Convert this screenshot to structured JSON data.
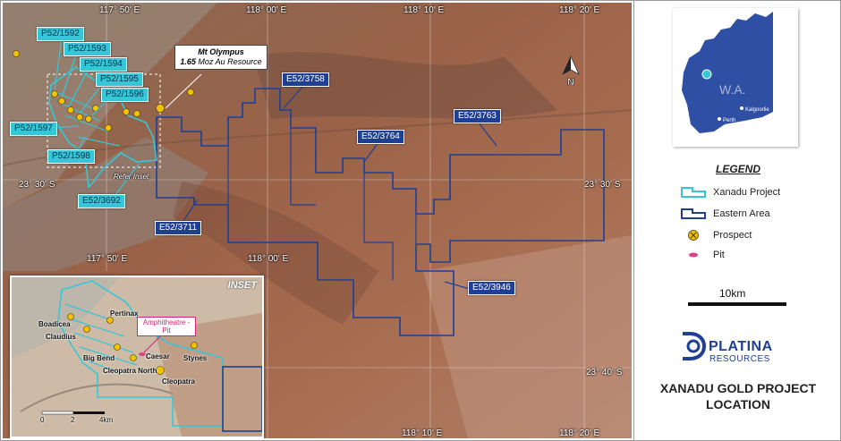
{
  "map": {
    "coords": [
      "117° 50' E",
      "118° 00' E",
      "118° 10' E",
      "118° 20' E",
      "23° 30' S",
      "23° 30' S",
      "117° 50' E",
      "118° 00' E",
      "23° 40' S",
      "118° 10' E",
      "118° 20' E"
    ],
    "refer_inset": "Refer Inset",
    "callout": {
      "name": "Mt Olympus",
      "amount": "1.65",
      "text": "Moz Au Resource"
    },
    "xanadu_tenements": [
      "P52/1592",
      "P52/1593",
      "P52/1594",
      "P52/1595",
      "P52/1596",
      "P52/1597",
      "P52/1598",
      "E52/3692"
    ],
    "eastern_tenements": [
      "E52/3758",
      "E52/3764",
      "E52/3763",
      "E52/3711",
      "E52/3946"
    ],
    "north_letter": "N"
  },
  "inset": {
    "title": "INSET",
    "prospects": [
      "Boadicea",
      "Claudius",
      "Pertinax",
      "Big Bend",
      "Caesar",
      "Stynes",
      "Cleopatra North",
      "Cleopatra"
    ],
    "pit_label": "Amphitheatre - Pit",
    "scale": [
      "0",
      "2",
      "4km"
    ]
  },
  "locator": {
    "state": "W.A.",
    "towns": [
      "Kalgoorlie",
      "Perth"
    ]
  },
  "legend": {
    "title": "LEGEND",
    "items": [
      {
        "label": "Xanadu Project",
        "color": "#36c6d8"
      },
      {
        "label": "Eastern Area",
        "color": "#1f3f94"
      },
      {
        "label": "Prospect",
        "color": "#f2c200"
      },
      {
        "label": "Pit",
        "color": "#e0408a"
      }
    ]
  },
  "scale_bar": "10km",
  "brand": {
    "line1": "PLATINA",
    "line2": "RESOURCES"
  },
  "project_title": [
    "XANADU GOLD PROJECT",
    "LOCATION"
  ]
}
